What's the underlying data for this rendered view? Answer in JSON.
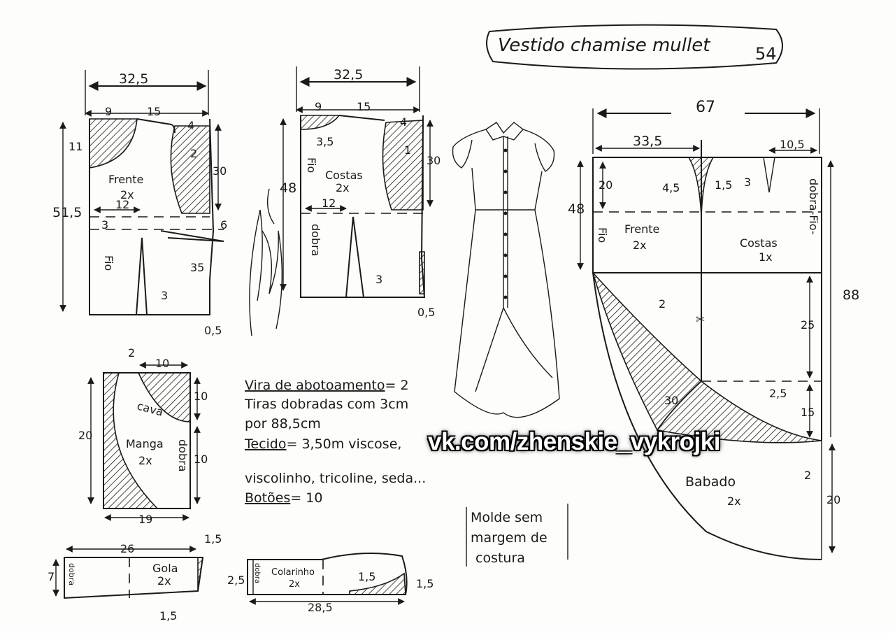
{
  "title": {
    "text": "Vestido chamise mullet",
    "number": "54"
  },
  "frente": {
    "name": "Frente",
    "qty": "2x",
    "dims": {
      "width": "32,5",
      "neck": "9",
      "shoulder": "15",
      "shoulder_drop": "4",
      "neck_depth": "11",
      "armhole": "2",
      "armhole_height": "30",
      "length": "51,5",
      "waist": "12",
      "waist_drop": "3",
      "side": "6",
      "dart_len": "35",
      "dart": "3",
      "hem": "0,5"
    },
    "grain": "Fio"
  },
  "costas": {
    "name": "Costas",
    "qty": "2x",
    "dims": {
      "width": "32,5",
      "neck": "9",
      "shoulder": "15",
      "shoulder_drop": "4",
      "neck_depth": "3,5",
      "armhole": "1",
      "armhole_height": "30",
      "length": "48",
      "waist": "12",
      "dart": "3",
      "hem": "0,5"
    },
    "grain": "Fio",
    "fold": "dobra"
  },
  "manga": {
    "name": "Manga",
    "qty": "2x",
    "armhole_label": "cava",
    "fold": "dobra",
    "dims": {
      "offset": "2",
      "top": "10",
      "right_top": "10",
      "height": "20",
      "right_bottom": "10",
      "bottom": "19"
    }
  },
  "gola": {
    "name": "Gola",
    "qty": "2x",
    "fold": "dobra",
    "dims": {
      "width": "26",
      "height": "7",
      "tip": "1,5",
      "bottom": "1,5"
    }
  },
  "colarinho": {
    "name": "Colarinho",
    "qty": "2x",
    "fold": "dobra",
    "dims": {
      "height": "2,5",
      "curve": "1,5",
      "tip": "1,5",
      "width": "28,5"
    }
  },
  "saia": {
    "frente": {
      "name": "Frente",
      "qty": "2x"
    },
    "costas": {
      "name": "Costas",
      "qty": "1x"
    },
    "grain_left": "Fio",
    "grain_right": "dobra-Fio-",
    "dims": {
      "width": "67",
      "half": "33,5",
      "dart_offset": "10,5",
      "yoke": "20",
      "dart_a": "4,5",
      "dart_b": "1,5",
      "dart_c": "3",
      "length": "48",
      "total": "88",
      "cut": "2",
      "lower": "25",
      "curve": "30",
      "curve_b": "2,5",
      "drop": "15",
      "tip": "2",
      "flounce": "20"
    },
    "babado": {
      "name": "Babado",
      "qty": "2x"
    }
  },
  "notes": {
    "line1_label": "Vira de abotoamento",
    "line1_value": "= 2",
    "line2": "Tiras dobradas com 3cm",
    "line3": "por 88,5cm",
    "line4_label": "Tecido",
    "line4_value": "= 3,50m viscose,",
    "line5": "viscolinho, tricoline, seda...",
    "line6_label": "Botões",
    "line6_value": "= 10"
  },
  "seam_note": {
    "line1": "Molde sem",
    "line2": "margem de",
    "line3": "costura"
  },
  "watermark": "vk.com/zhenskie_vykrojki"
}
